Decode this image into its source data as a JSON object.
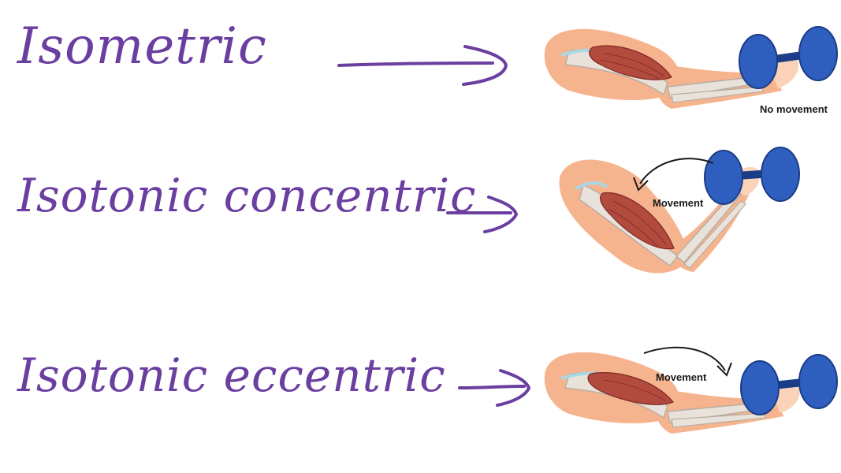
{
  "colors": {
    "ink": "#6a3fa0",
    "skin": "#f6b48e",
    "skin_light": "#fbd3b8",
    "bone": "#e9e2da",
    "bone_edge": "#b9ada2",
    "muscle": "#b24a3e",
    "muscle_dark": "#7e2a22",
    "tendon": "#a9d7e6",
    "weight": "#2e5fbf",
    "weight_dark": "#1b3c86"
  },
  "rows": [
    {
      "label": "Isometric",
      "figure": {
        "annotation": "No movement",
        "arrow_direction": "none"
      }
    },
    {
      "label": "Isotonic concentric",
      "figure": {
        "annotation": "Movement",
        "arrow_direction": "toward-shoulder"
      }
    },
    {
      "label": "Isotonic eccentric",
      "figure": {
        "annotation": "Movement",
        "arrow_direction": "toward-hand"
      }
    }
  ]
}
